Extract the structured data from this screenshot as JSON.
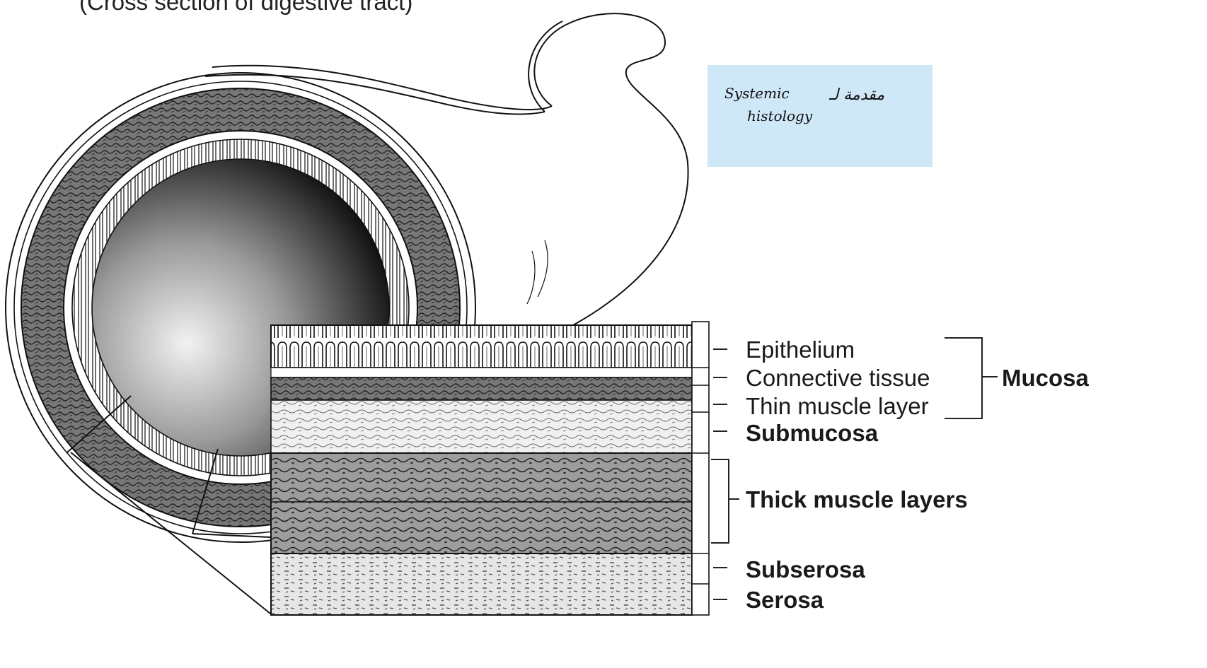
{
  "caption": "(Cross section of digestive tract)",
  "layers": {
    "epithelium": "Epithelium",
    "connective": "Connective tissue",
    "thin_muscle": "Thin muscle layer",
    "submucosa": "Submucosa",
    "thick_muscle": "Thick muscle layers",
    "subserosa": "Subserosa",
    "serosa": "Serosa"
  },
  "group_label": "Mucosa",
  "note": {
    "line1": "Systemic",
    "line2": "histology",
    "arabic": "مقدمة لـ"
  },
  "colors": {
    "note_bg": "#cfe8f8",
    "ink": "#111111"
  }
}
